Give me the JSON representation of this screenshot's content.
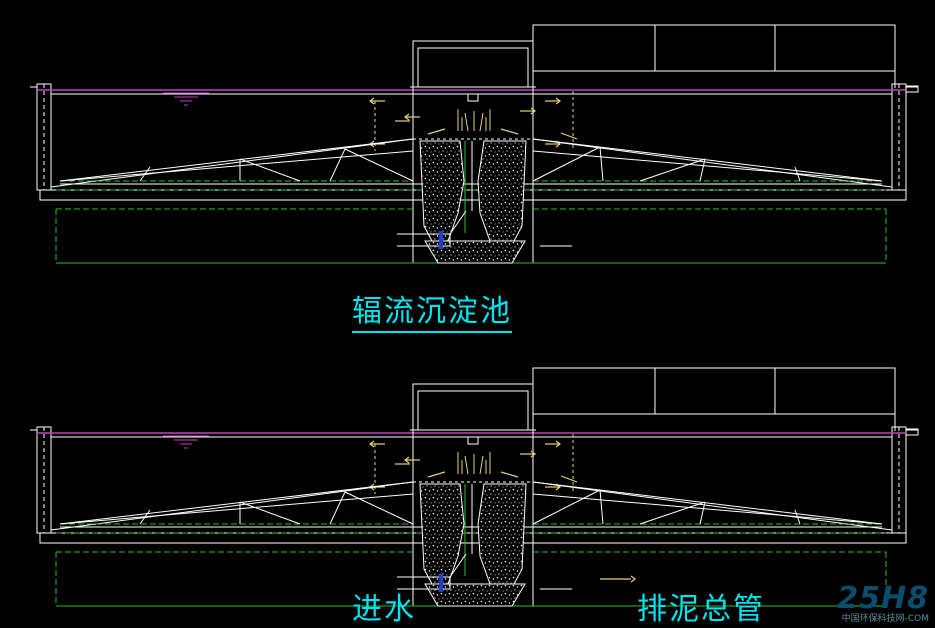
{
  "diagram": {
    "title": "辐流沉淀池",
    "inlet_label": "进水",
    "sludge_pipe_label": "排泥总管"
  },
  "watermark": {
    "logo": "25H8",
    "site": "中国环保科技网-COM"
  },
  "colors": {
    "background": "#000000",
    "structure": "#ffffff",
    "water_surface": "#c040c0",
    "dimension": "#2bc02b",
    "annotation": "#e8d27a",
    "label": "#00e5f0"
  }
}
